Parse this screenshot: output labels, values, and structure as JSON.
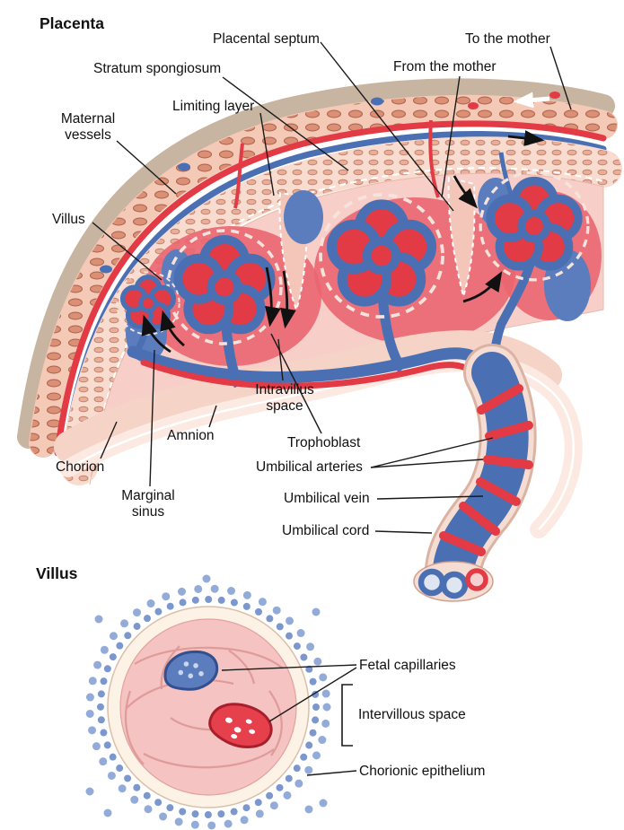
{
  "colors": {
    "artery_red": "#e23b46",
    "vein_blue": "#4a6fb3",
    "intervillous_pink": "#f7cfc8",
    "maternal_blood_red": "#ea6570",
    "decidua_salmon": "#f4c9b6",
    "uterine_tan": "#c7b5a2",
    "epithelium_dot_blue": "#8fa8d8",
    "label_ink": "#111111"
  },
  "sections": {
    "placenta": {
      "title": "Placenta",
      "labels": {
        "placental_septum": "Placental septum",
        "to_the_mother": "To the mother",
        "stratum_spongiosum": "Stratum spongiosum",
        "from_the_mother": "From the mother",
        "limiting_layer": "Limiting layer",
        "maternal_vessels": "Maternal\nvessels",
        "villus": "Villus",
        "intravillus_space": "Intravillus\nspace",
        "amnion": "Amnion",
        "trophoblast": "Trophoblast",
        "chorion": "Chorion",
        "umbilical_arteries": "Umbilical arteries",
        "marginal_sinus": "Marginal\nsinus",
        "umbilical_vein": "Umbilical vein",
        "umbilical_cord": "Umbilical cord"
      }
    },
    "villus_detail": {
      "title": "Villus",
      "labels": {
        "fetal_capillaries": "Fetal capillaries",
        "intervillous_space": "Intervillous space",
        "chorionic_epithelium": "Chorionic epithelium"
      }
    }
  }
}
